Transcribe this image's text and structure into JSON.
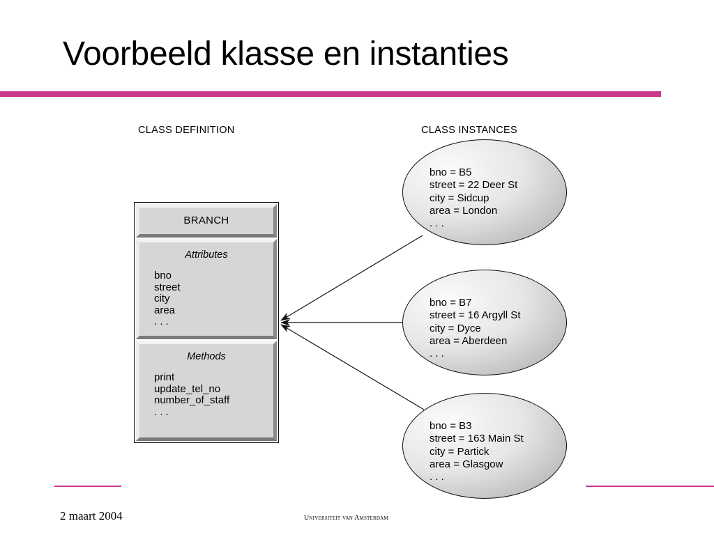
{
  "slide": {
    "title": "Voorbeeld klasse en instanties",
    "colors": {
      "accent": "#c8378a"
    }
  },
  "diagram": {
    "class_definition_header": "CLASS DEFINITION",
    "class_instances_header": "CLASS INSTANCES",
    "class": {
      "name": "BRANCH",
      "attributes_title": "Attributes",
      "attributes": [
        "bno",
        "street",
        "city",
        "area",
        ". . ."
      ],
      "methods_title": "Methods",
      "methods": [
        "print",
        "update_tel_no",
        "number_of_staff",
        ". . ."
      ]
    },
    "instances": [
      {
        "lines": [
          "bno = B5",
          "street = 22 Deer St",
          "city = Sidcup",
          "area = London",
          ". . ."
        ]
      },
      {
        "lines": [
          "bno = B7",
          "street = 16 Argyll St",
          "city = Dyce",
          "area = Aberdeen",
          ". . ."
        ]
      },
      {
        "lines": [
          "bno = B3",
          "street = 163 Main St",
          "city = Partick",
          "area = Glasgow",
          ". . ."
        ]
      }
    ]
  },
  "footer": {
    "date": "2 maart 2004",
    "logo_text": "Universiteit van Amsterdam"
  }
}
